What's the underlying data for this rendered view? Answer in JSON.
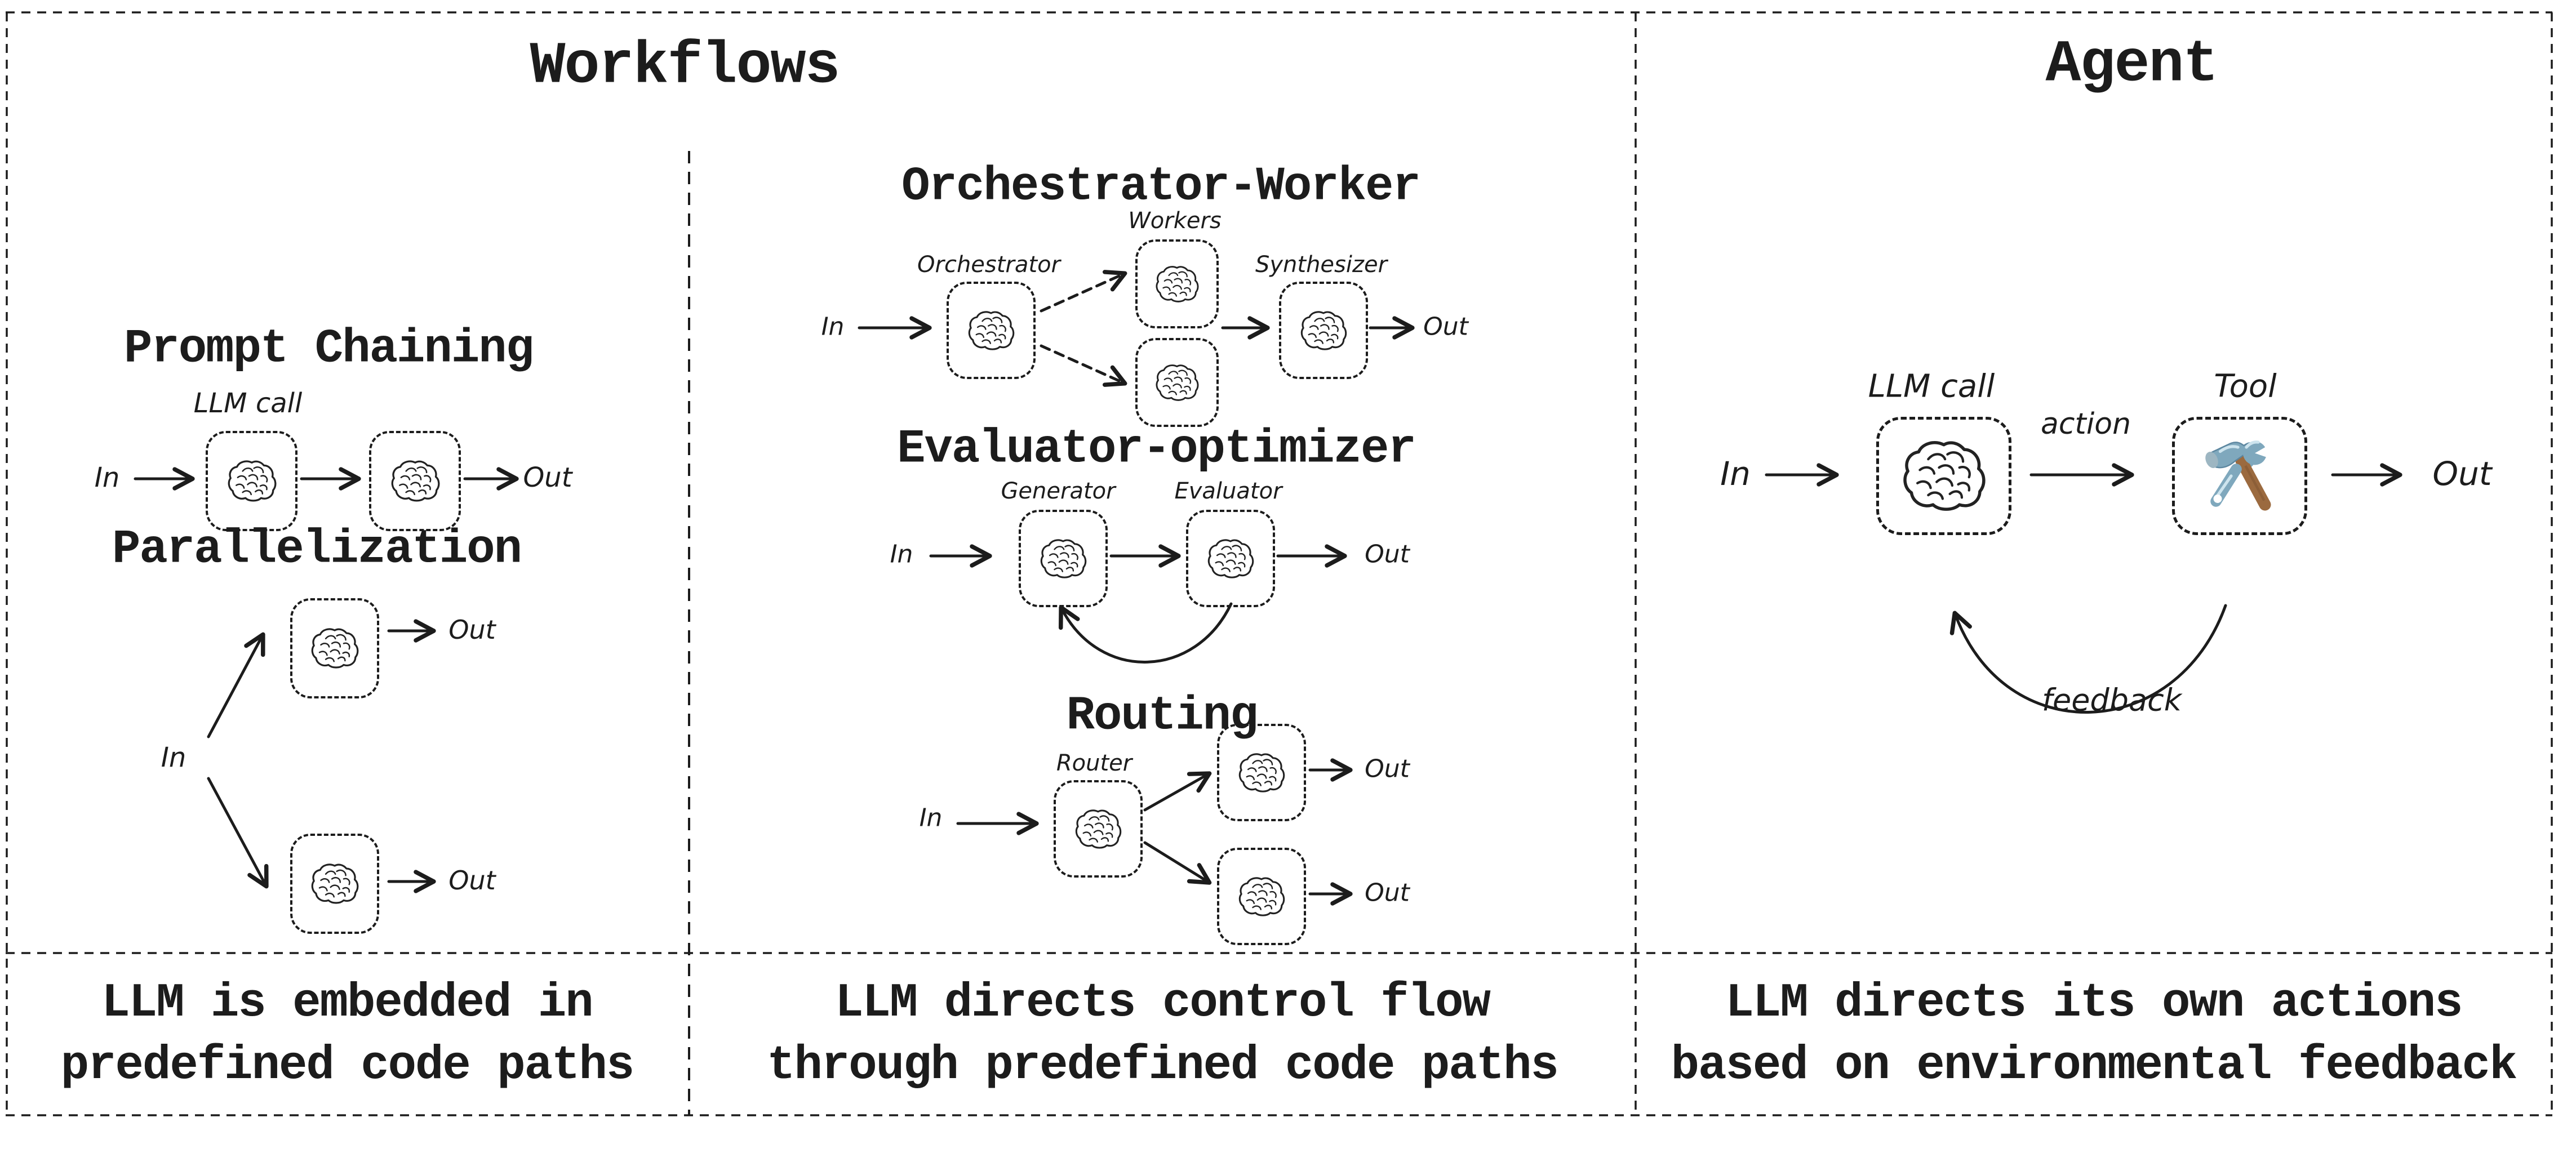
{
  "colors": {
    "ink": "#1c1c1c",
    "paper": "#ffffff",
    "tool_blue": "#7fa8bd",
    "tool_blue_light": "#cde4ee",
    "tool_face": "#9db6c2",
    "tool_brown": "#9b6a3f"
  },
  "workflows": {
    "title": "Workflows",
    "prompt_chaining": {
      "heading": "Prompt Chaining",
      "llm_call": "LLM call",
      "in": "In",
      "out": "Out"
    },
    "parallelization": {
      "heading": "Parallelization",
      "in": "In",
      "out_top": "Out",
      "out_bottom": "Out"
    },
    "orchestrator_worker": {
      "heading": "Orchestrator-Worker",
      "workers": "Workers",
      "orchestrator": "Orchestrator",
      "synthesizer": "Synthesizer",
      "in": "In",
      "out": "Out"
    },
    "evaluator_optimizer": {
      "heading": "Evaluator-optimizer",
      "generator": "Generator",
      "evaluator": "Evaluator",
      "in": "In",
      "out": "Out"
    },
    "routing": {
      "heading": "Routing",
      "router": "Router",
      "in": "In",
      "out_top": "Out",
      "out_bottom": "Out"
    },
    "caption_left": {
      "line1": "LLM is embedded in",
      "line2": "predefined code paths"
    },
    "caption_middle": {
      "line1": "LLM directs control flow",
      "line2": "through predefined code paths"
    }
  },
  "agent": {
    "title": "Agent",
    "llm_call": "LLM call",
    "action": "action",
    "tool": "Tool",
    "in": "In",
    "out": "Out",
    "feedback": "feedback",
    "caption": {
      "line1": "LLM directs its own actions",
      "line2": "based on environmental feedback"
    }
  }
}
